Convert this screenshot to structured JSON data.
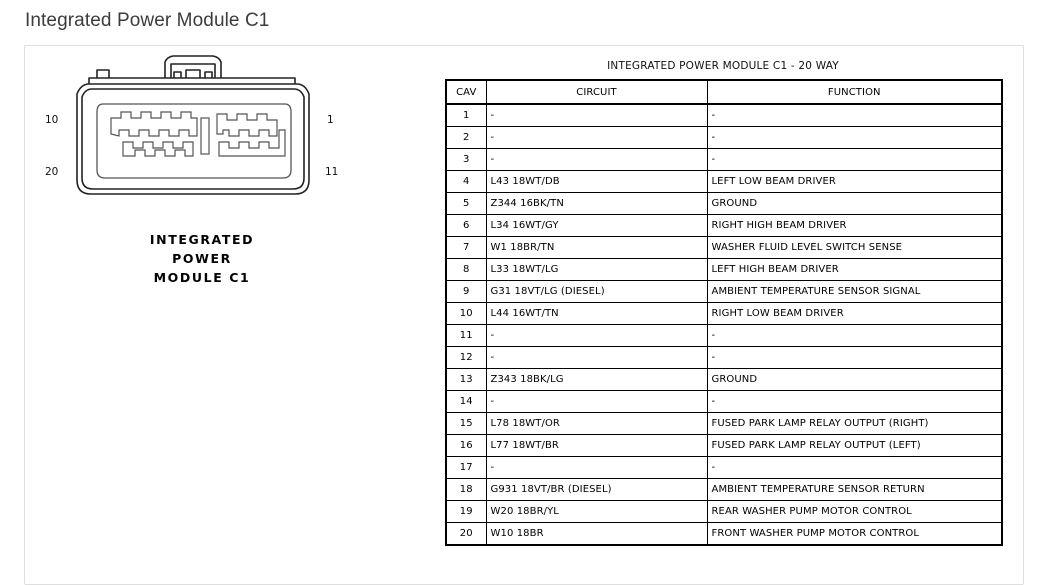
{
  "page": {
    "title": "Integrated Power Module C1"
  },
  "connector": {
    "caption_lines": [
      "INTEGRATED",
      "POWER",
      "MODULE C1"
    ],
    "pin_labels": {
      "top_left": "10",
      "top_right": "1",
      "bottom_left": "20",
      "bottom_right": "11"
    }
  },
  "table": {
    "title": "INTEGRATED POWER MODULE C1 - 20 WAY",
    "columns": [
      "CAV",
      "CIRCUIT",
      "FUNCTION"
    ],
    "rows": [
      {
        "cav": "1",
        "circuit": "-",
        "function": "-"
      },
      {
        "cav": "2",
        "circuit": "-",
        "function": "-"
      },
      {
        "cav": "3",
        "circuit": "-",
        "function": "-"
      },
      {
        "cav": "4",
        "circuit": "L43  18WT/DB",
        "function": "LEFT LOW BEAM DRIVER"
      },
      {
        "cav": "5",
        "circuit": "Z344  16BK/TN",
        "function": "GROUND"
      },
      {
        "cav": "6",
        "circuit": "L34  16WT/GY",
        "function": "RIGHT HIGH BEAM DRIVER"
      },
      {
        "cav": "7",
        "circuit": "W1  18BR/TN",
        "function": "WASHER FLUID LEVEL  SWITCH SENSE"
      },
      {
        "cav": "8",
        "circuit": "L33  18WT/LG",
        "function": "LEFT HIGH BEAM DRIVER"
      },
      {
        "cav": "9",
        "circuit": "G31  18VT/LG (DIESEL)",
        "function": "AMBIENT TEMPERATURE SENSOR SIGNAL"
      },
      {
        "cav": "10",
        "circuit": "L44  16WT/TN",
        "function": "RIGHT LOW BEAM DRIVER"
      },
      {
        "cav": "11",
        "circuit": "-",
        "function": "-"
      },
      {
        "cav": "12",
        "circuit": "-",
        "function": "-"
      },
      {
        "cav": "13",
        "circuit": "Z343  18BK/LG",
        "function": "GROUND"
      },
      {
        "cav": "14",
        "circuit": "-",
        "function": "-"
      },
      {
        "cav": "15",
        "circuit": "L78  18WT/OR",
        "function": "FUSED PARK LAMP RELAY OUTPUT (RIGHT)"
      },
      {
        "cav": "16",
        "circuit": "L77  18WT/BR",
        "function": "FUSED PARK LAMP RELAY OUTPUT (LEFT)"
      },
      {
        "cav": "17",
        "circuit": "-",
        "function": "-"
      },
      {
        "cav": "18",
        "circuit": "G931  18VT/BR (DIESEL)",
        "function": "AMBIENT TEMPERATURE SENSOR RETURN"
      },
      {
        "cav": "19",
        "circuit": "W20  18BR/YL",
        "function": "REAR WASHER PUMP MOTOR CONTROL"
      },
      {
        "cav": "20",
        "circuit": "W10  18BR",
        "function": "FRONT WASHER PUMP MOTOR CONTROL"
      }
    ]
  },
  "colors": {
    "title_text": "#3c3c3c",
    "panel_border": "#dedede",
    "table_line": "#000000",
    "diagram_line": "#222222",
    "background": "#ffffff"
  }
}
